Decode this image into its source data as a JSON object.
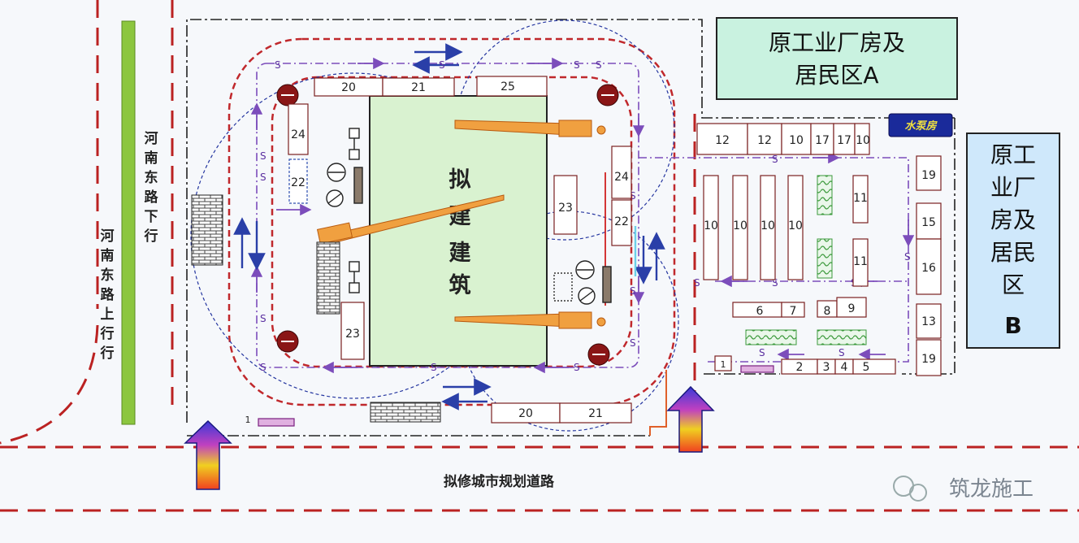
{
  "site": {
    "building_label": [
      "拟",
      "建",
      "建",
      "筑"
    ],
    "road_bottom": "拟修城市规划道路",
    "road_left_inner": [
      "河",
      "南",
      "东",
      "路",
      "下",
      "行"
    ],
    "road_left_outer": [
      "河",
      "南",
      "东",
      "路",
      "上",
      "行",
      "行"
    ],
    "region_a": [
      "原工业厂房及",
      "居民区A"
    ],
    "region_b": [
      "原工",
      "业厂",
      "房及",
      "居民",
      "区",
      "B"
    ],
    "pump_house": "水泵房",
    "watermark": "筑龙施工",
    "sign_s": "S"
  },
  "facilities": {
    "n20": "20",
    "n21": "21",
    "n25": "25",
    "n24": "24",
    "n22": "22",
    "n23": "23",
    "n12": "12",
    "n10": "10",
    "n17": "17",
    "n11": "11",
    "n19": "19",
    "n15": "15",
    "n16": "16",
    "n13": "13",
    "n6": "6",
    "n7": "7",
    "n8": "8",
    "n9": "9",
    "n1": "1",
    "n2": "2",
    "n3": "3",
    "n4": "4",
    "n5": "5"
  },
  "colors": {
    "red_dash": "#c0282c",
    "purple_flow": "#7c4dbb",
    "blue_arrow": "#2a3fa8",
    "building_fill": "#d9f2d0",
    "region_a_fill": "#c9f2e0",
    "region_b_fill": "#cfe8fb",
    "crane_arm": "#f0a040"
  }
}
